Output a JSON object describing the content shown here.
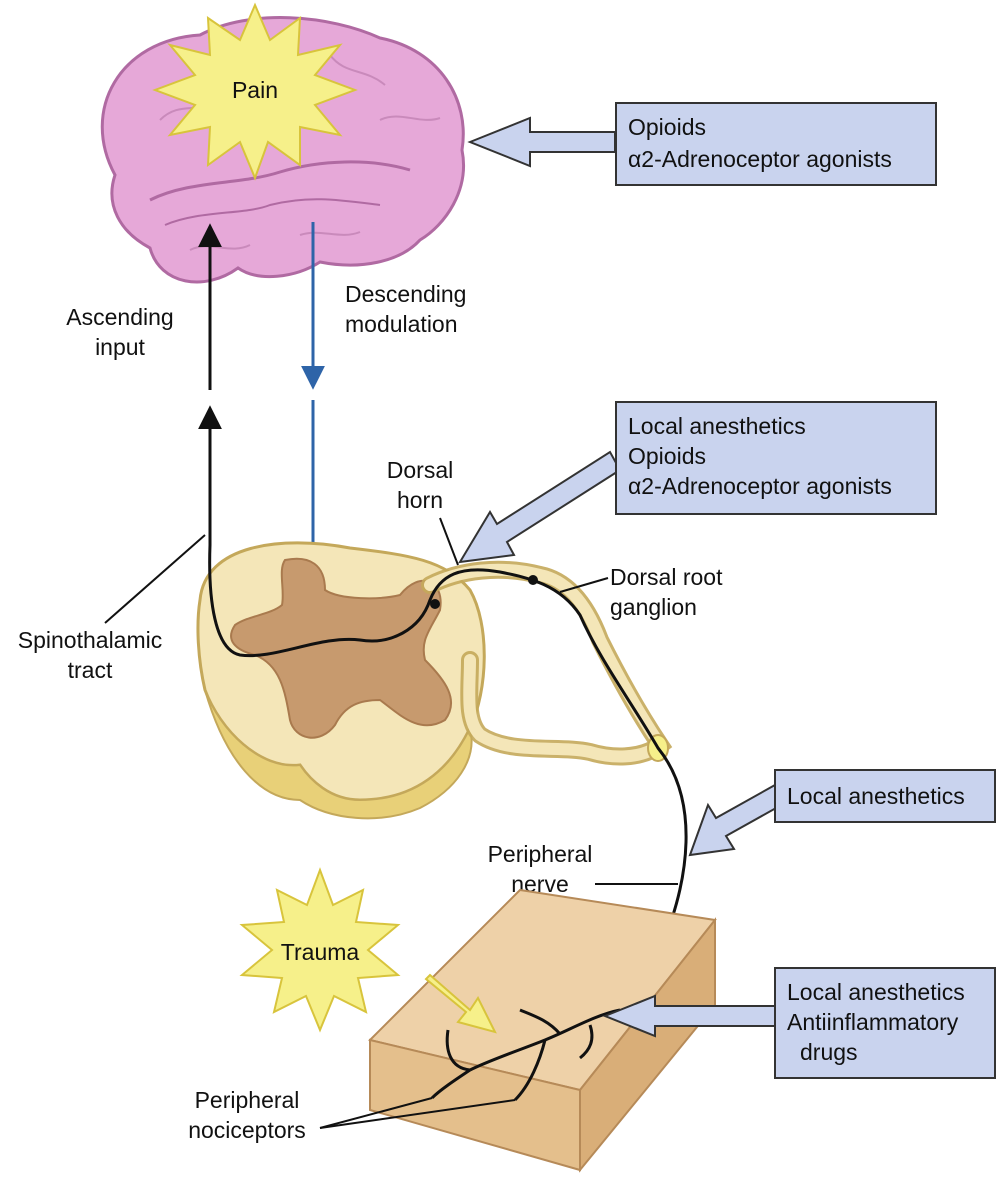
{
  "pain_label": "Pain",
  "trauma_label": "Trauma",
  "labels": {
    "ascending": [
      "Ascending",
      "input"
    ],
    "descending": [
      "Descending",
      "modulation"
    ],
    "dorsal_horn": [
      "Dorsal",
      "horn"
    ],
    "dorsal_root": [
      "Dorsal root",
      "ganglion"
    ],
    "spinothalamic": [
      "Spinothalamic",
      "tract"
    ],
    "peripheral_nerve": [
      "Peripheral",
      "nerve"
    ],
    "nociceptors": [
      "Peripheral",
      "nociceptors"
    ]
  },
  "drug_boxes": {
    "brain": [
      "Opioids",
      "α2-Adrenoceptor agonists"
    ],
    "dorsal_horn": [
      "Local anesthetics",
      "Opioids",
      "α2-Adrenoceptor agonists"
    ],
    "nerve": [
      "Local anesthetics"
    ],
    "periphery": [
      "Local anesthetics",
      "Antiinflammatory",
      "drugs"
    ]
  },
  "colors": {
    "brain": "#e6a8d8",
    "star": "#f6f08a",
    "box_fill": "#c9d3ee",
    "descending_arrow": "#2e64a8",
    "spinal_cord": "#f4e6b8",
    "grey_matter": "#c79a6e",
    "skin": "#eed1a8"
  }
}
